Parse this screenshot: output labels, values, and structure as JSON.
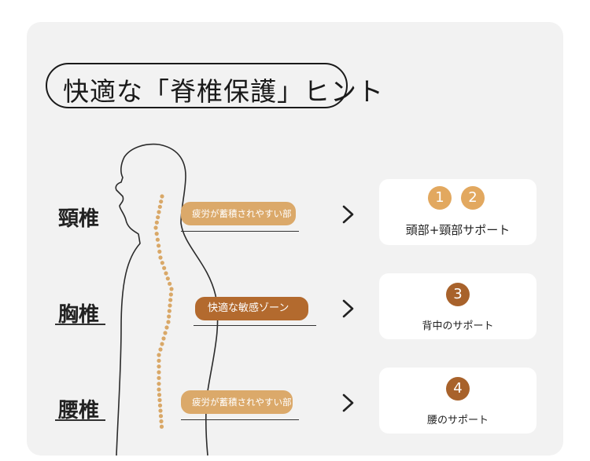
{
  "title": "快適な「脊椎保護」ヒント",
  "sections": [
    {
      "label": "頸椎",
      "tag": "疲労が蓄積されやすい部",
      "badges": [
        "1",
        "2"
      ],
      "card_text": "頭部+頸部サポート"
    },
    {
      "label": "胸椎",
      "tag": "快適な敏感ゾーン",
      "badges": [
        "3"
      ],
      "card_text": "背中のサポート"
    },
    {
      "label": "腰椎",
      "tag": "疲労が蓄積されやすい部",
      "badges": [
        "4"
      ],
      "card_text": "腰のサポート"
    }
  ],
  "colors": {
    "panel": "#f2f2f2",
    "tag_light": "#dba96a",
    "tag_dark": "#b36a2e",
    "badge_light": "#e2a85f",
    "badge_dark": "#a8622b",
    "spine_dots": "#d9a868"
  },
  "icons": {
    "arrow": "chevron-right-icon",
    "figure": "body-silhouette-icon"
  }
}
